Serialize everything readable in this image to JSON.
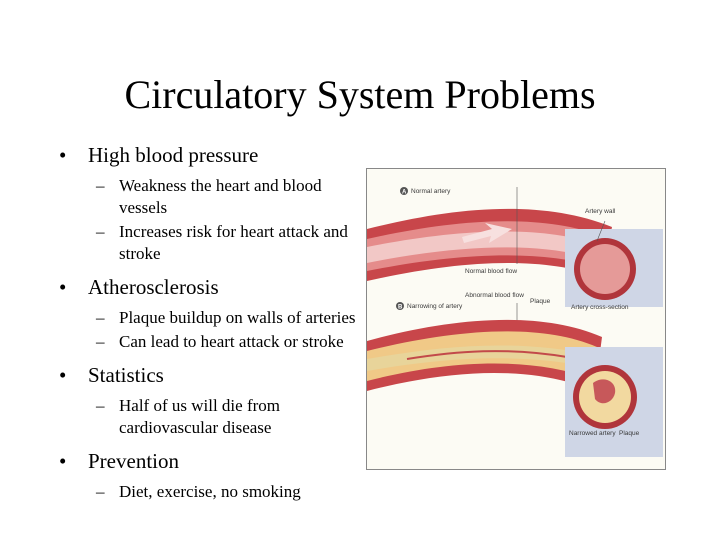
{
  "slide": {
    "title": "Circulatory System Problems",
    "bullet_glyph": "•",
    "sub_glyph": "–",
    "bullets": [
      {
        "text": "High blood pressure",
        "subs": [
          "Weakness the heart and blood vessels",
          "Increases risk for heart attack and stroke"
        ]
      },
      {
        "text": "Atherosclerosis",
        "subs": [
          "Plaque buildup on walls of arteries",
          "Can lead to heart attack or stroke"
        ]
      },
      {
        "text": "Statistics",
        "subs": [
          "Half of us will die from cardiovascular disease"
        ]
      },
      {
        "text": "Prevention",
        "subs": [
          "Diet, exercise, no smoking"
        ]
      }
    ]
  },
  "figure": {
    "panel_a": {
      "num": "A",
      "title": "Normal artery",
      "artery_wall": "Artery wall",
      "normal_flow": "Normal blood flow"
    },
    "panel_b": {
      "num": "B",
      "title": "Narrowing of artery",
      "abnormal_flow": "Abnormal blood flow",
      "plaque": "Plaque",
      "cross_section": "Artery cross-section",
      "narrowed": "Narrowed artery",
      "plaque2": "Plaque"
    },
    "colors": {
      "artery": "#c8464a",
      "artery_dark": "#9c2d33",
      "lumen": "#f2c8c6",
      "plaque": "#e8d49a",
      "inset_bg": "#cfd6e6"
    }
  }
}
